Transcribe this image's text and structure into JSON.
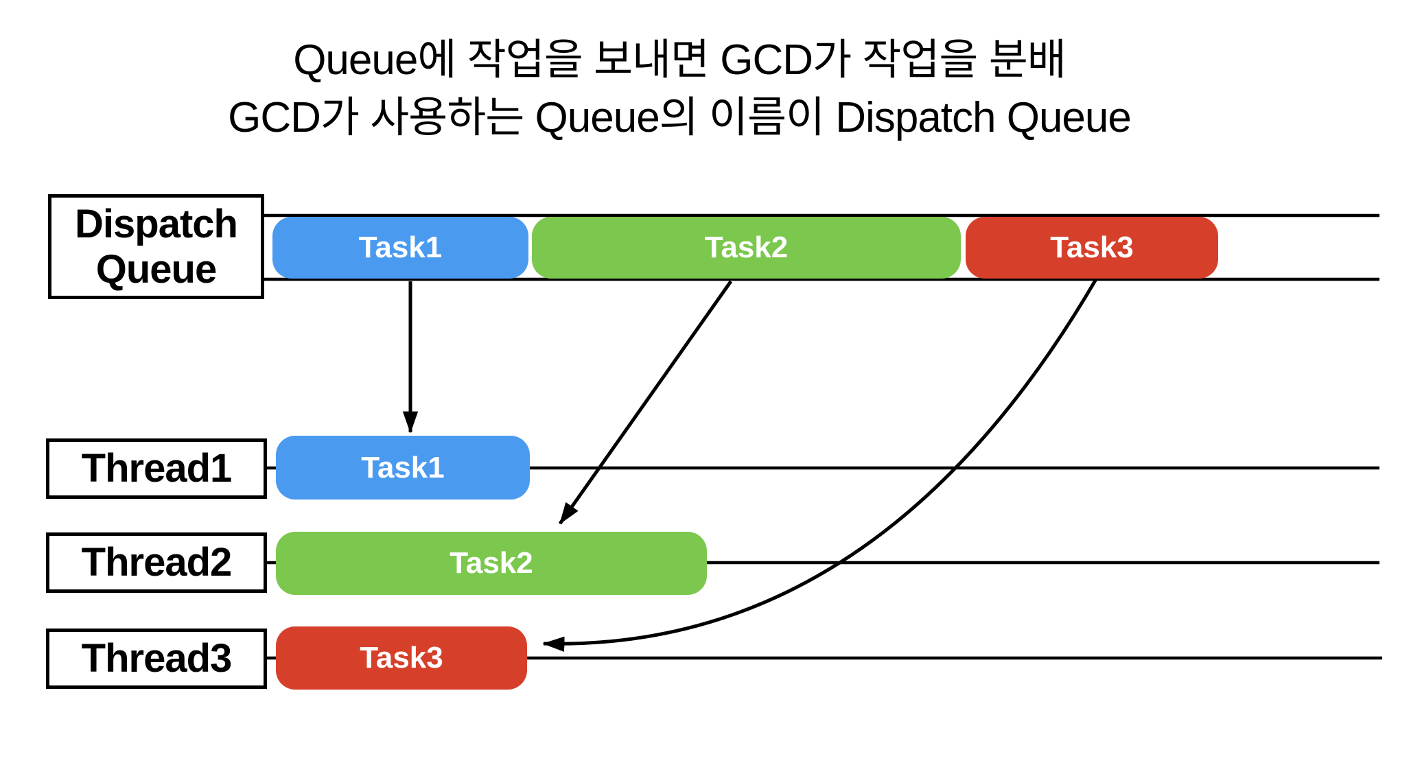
{
  "title": {
    "line1": "Queue에 작업을 보내면 GCD가 작업을 분배",
    "line2": "GCD가 사용하는 Queue의 이름이 Dispatch Queue"
  },
  "colors": {
    "task1_blue": "#4A9BEF",
    "task2_green": "#7CC84E",
    "task3_red": "#D6402A",
    "line_black": "#000000"
  },
  "dispatch_queue": {
    "label_line1": "Dispatch",
    "label_line2": "Queue",
    "tasks": [
      {
        "label": "Task1",
        "color": "#4A9BEF"
      },
      {
        "label": "Task2",
        "color": "#7CC84E"
      },
      {
        "label": "Task3",
        "color": "#D6402A"
      }
    ]
  },
  "threads": [
    {
      "label": "Thread1",
      "task": {
        "label": "Task1",
        "color": "#4A9BEF"
      }
    },
    {
      "label": "Thread2",
      "task": {
        "label": "Task2",
        "color": "#7CC84E"
      }
    },
    {
      "label": "Thread3",
      "task": {
        "label": "Task3",
        "color": "#D6402A"
      }
    }
  ]
}
